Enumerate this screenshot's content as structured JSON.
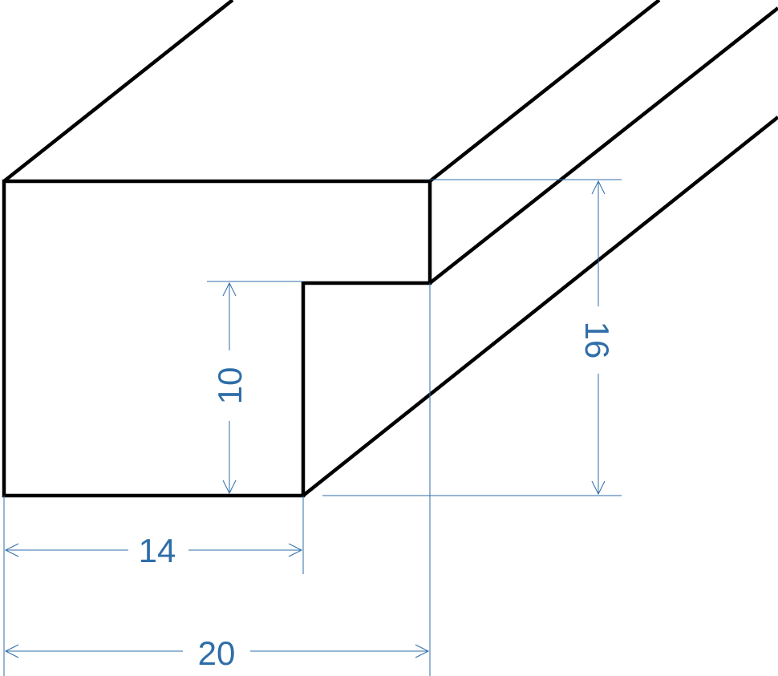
{
  "diagram": {
    "colors": {
      "outline": "#000000",
      "dimension": "#2f6ea8",
      "background": "#ffffff"
    },
    "dimensions": {
      "bottom_width": "14",
      "total_width": "20",
      "inner_height": "10",
      "total_height": "16"
    }
  }
}
